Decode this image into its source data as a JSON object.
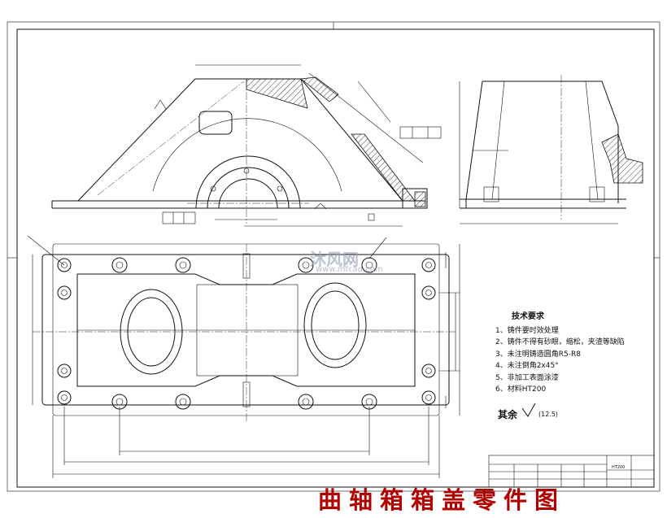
{
  "drawing": {
    "tech_requirements": {
      "title": "技术要求",
      "items": [
        "1、铸件要时效处理",
        "2、铸件不得有砂眼，缩松，夹渣等缺陷",
        "3、未注明铸造圆角R5-R8",
        "4、未注倒角2x45°",
        "5、非加工表面涂漆",
        "6、材料HT200"
      ]
    },
    "surface_rest": {
      "label": "其余",
      "value": "(12.5)"
    },
    "caption": "曲轴箱箱盖零件图",
    "watermark": {
      "brand": "沐风网",
      "url": "www.mfcad.com"
    },
    "title_block": {
      "material": "HT200"
    }
  }
}
